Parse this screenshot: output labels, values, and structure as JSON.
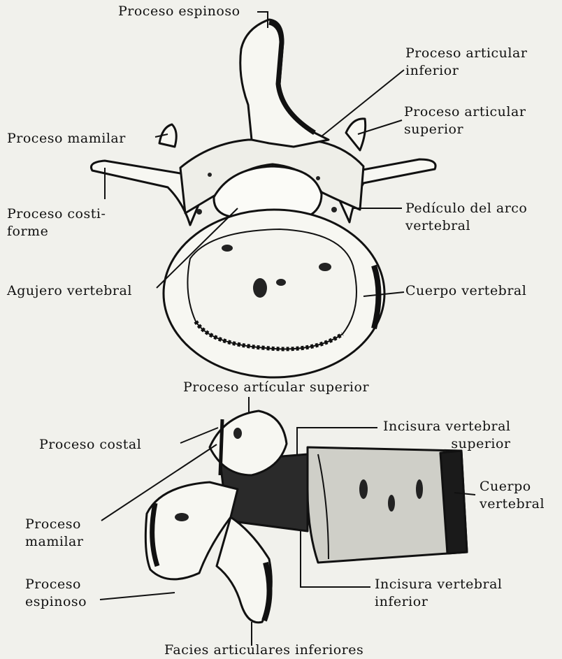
{
  "top_view": {
    "proceso_espinoso": "Proceso espinoso",
    "proceso_articular_inferior": [
      "Proceso articular",
      "inferior"
    ],
    "proceso_articular_superior": [
      "Proceso articular",
      "superior"
    ],
    "proceso_mamilar": "Proceso mamilar",
    "proceso_costiforme": [
      "Proceso costi-",
      "forme"
    ],
    "pediculo_arco": [
      "Pedículo del  arco",
      "vertebral"
    ],
    "agujero_vertebral": "Agujero vertebral",
    "cuerpo_vertebral": "Cuerpo vertebral"
  },
  "side_view": {
    "proceso_articular_superior": "Proceso artícular  superior",
    "proceso_costal": "Proceso costal",
    "incisura_superior": [
      "Incisura vertebral",
      "superior"
    ],
    "cuerpo_vertebral": [
      "Cuerpo",
      "vertebral"
    ],
    "proceso_mamilar": [
      "Proceso",
      "mamilar"
    ],
    "proceso_espinoso": [
      "Proceso",
      "espinoso"
    ],
    "incisura_inferior": [
      "Incisura vertebral",
      "inferior"
    ],
    "facies_articulares": "Facies articulares inferiores"
  }
}
